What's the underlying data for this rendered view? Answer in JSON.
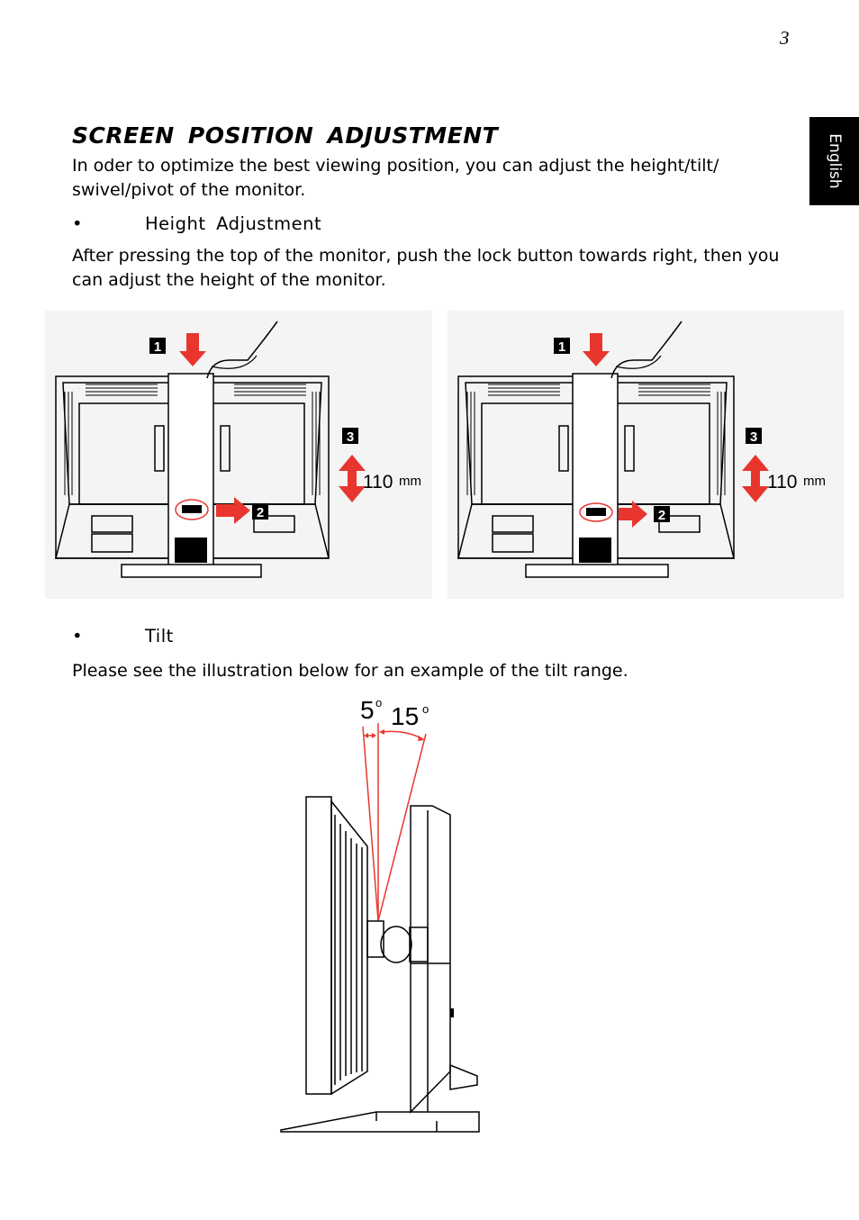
{
  "page": {
    "number": "3",
    "language_tab": "English"
  },
  "section": {
    "title": "SCREEN POSITION ADJUSTMENT",
    "intro": "In oder to optimize the best viewing position, you can adjust the height/tilt/ swivel/pivot of the monitor."
  },
  "height_adjustment": {
    "bullet": "•",
    "heading": "Height Adjustment",
    "text": "After pressing the top of the monitor, push the lock button towards right, then you can adjust the height of the monitor.",
    "figures": [
      {
        "step1": "1",
        "step2": "2",
        "step3": "3",
        "distance": "110",
        "unit": "mm"
      },
      {
        "step1": "1",
        "step2": "2",
        "step3": "3",
        "distance": "110",
        "unit": "mm"
      }
    ]
  },
  "tilt": {
    "bullet": "•",
    "heading": "Tilt",
    "text": "Please see the illustration below for an example of the tilt range.",
    "angle_forward": "5",
    "angle_back": "15",
    "degree_symbol": "o"
  },
  "colors": {
    "arrow_red": "#e8362e",
    "tab_black": "#000000"
  }
}
